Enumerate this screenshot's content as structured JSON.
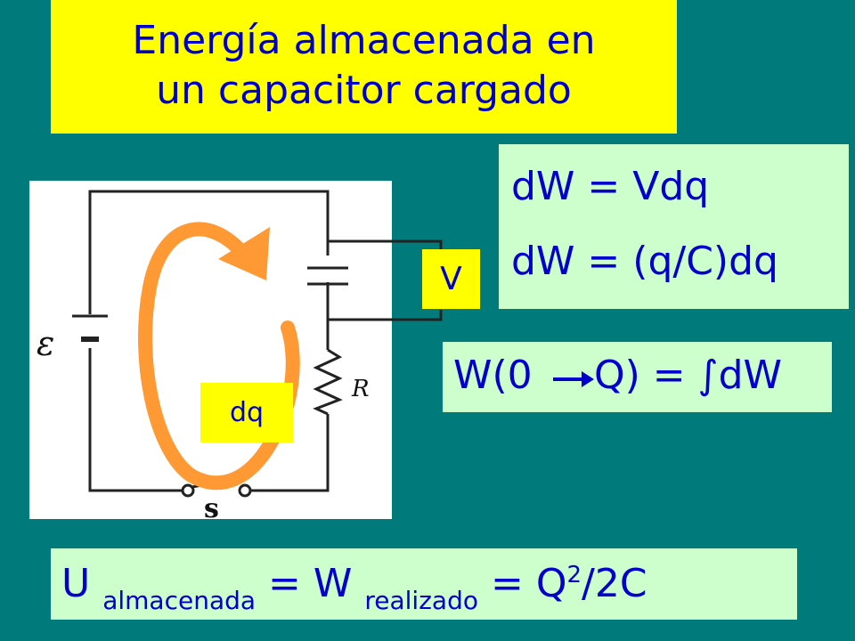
{
  "title": {
    "line1": "Energía almacenada en",
    "line2": "un capacitor cargado"
  },
  "equations": {
    "line1": "dW = Vdq",
    "line2": "dW = (q/C)dq"
  },
  "work_integral": {
    "left": "W(0",
    "right": "Q) = ∫dW"
  },
  "stored_energy": {
    "u": "U ",
    "u_sub": "almacenada",
    "eq1": " = W ",
    "w_sub": "realizado",
    "eq2": " = Q",
    "sup": "2",
    "tail": "/2C"
  },
  "circuit": {
    "emf_label": "ε",
    "resistor_label": "R",
    "switch_label": "s",
    "voltage_label": "V",
    "charge_label": "dq"
  },
  "colors": {
    "background": "#007a7a",
    "title_bg": "#ffff00",
    "box_bg": "#ccffcc",
    "text": "#0000cc",
    "arrow": "#ff9933"
  }
}
